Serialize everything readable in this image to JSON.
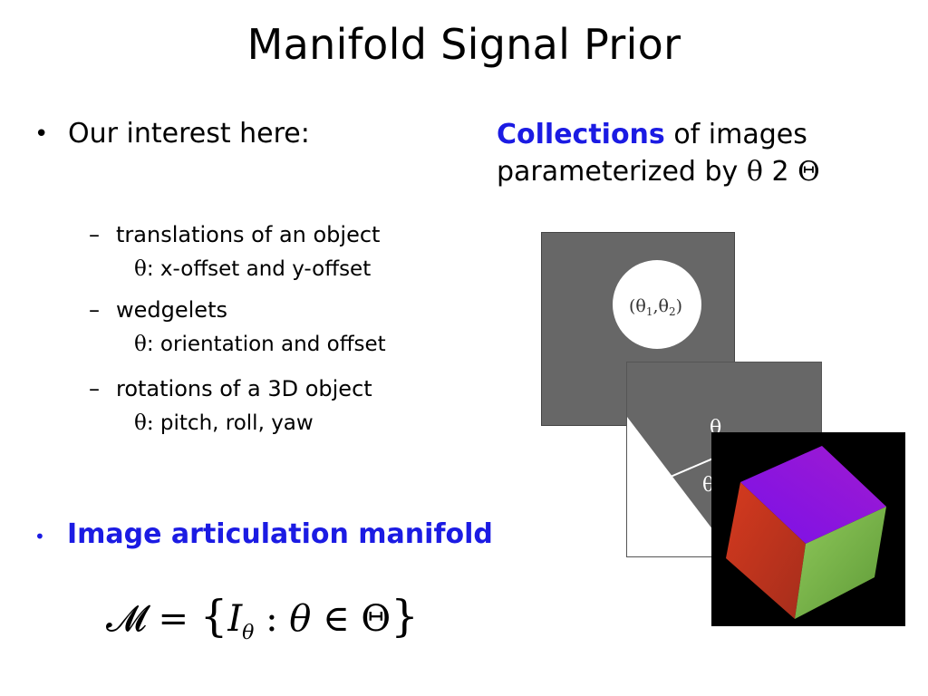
{
  "slide": {
    "title": "Manifold Signal Prior",
    "bullet_1": {
      "text": "Our interest here:",
      "highlight": "Collections",
      "rest_line1": " of images",
      "rest_line2": "parameterized by ",
      "theta": "θ",
      "member": " 2 ",
      "Theta": "Θ"
    },
    "sub_items": [
      {
        "label": "translations of an object",
        "param_symbol": "θ",
        "param_text": ": x-offset and y-offset"
      },
      {
        "label": "wedgelets",
        "param_symbol": "θ",
        "param_text": ": orientation and offset"
      },
      {
        "label": "rotations of a 3D object",
        "param_symbol": "θ:",
        "param_text": " pitch, roll, yaw"
      }
    ],
    "bullet_2": {
      "text": "Image articulation manifold"
    },
    "formula": {
      "lhs": "𝓜",
      "eq": " = ",
      "open": "{",
      "I": "I",
      "I_sub": "θ",
      "colon": " : ",
      "theta": "θ",
      "in": " ∈ ",
      "Theta": "Θ",
      "close": "}"
    },
    "figures": {
      "translation": {
        "label_open": "(θ",
        "sub1": "1",
        "comma": ",θ",
        "sub2": "2",
        "label_close": ")"
      },
      "wedgelet": {
        "theta_top": "θ",
        "theta_mid": "θ"
      }
    },
    "colors": {
      "accent": "#1b1be3",
      "gray": "#676767"
    }
  }
}
